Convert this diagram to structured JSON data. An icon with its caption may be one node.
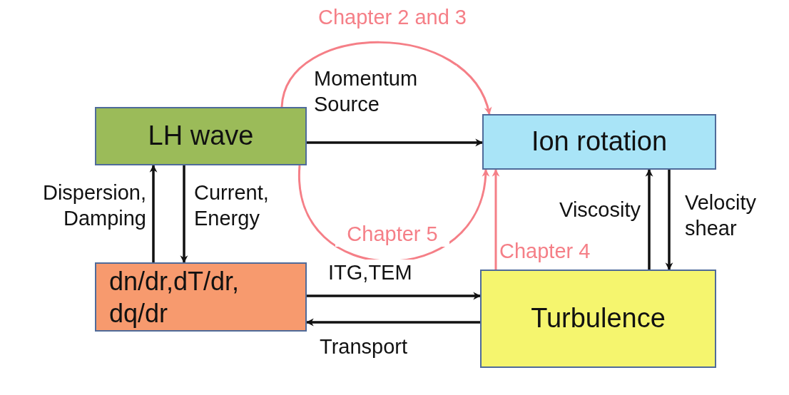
{
  "diagram": {
    "nodes": [
      {
        "text": [
          "LH wave"
        ]
      },
      {
        "text": [
          "Ion rotation"
        ]
      },
      {
        "text": [
          "dn/dr,dT/dr, dq/dr"
        ]
      },
      {
        "text": [
          "Turbulence"
        ]
      }
    ],
    "edges": [
      {
        "from": 0,
        "to": 1,
        "arrow": "to",
        "label": "Momentum Source"
      },
      {
        "from": 2,
        "to": 0,
        "arrow": "to",
        "label": "Dispersion, Damping"
      },
      {
        "from": 0,
        "to": 2,
        "arrow": "to",
        "label": "Current, Energy"
      },
      {
        "from": 2,
        "to": 3,
        "arrow": "to",
        "label": "ITG,TEM"
      },
      {
        "from": 3,
        "to": 2,
        "arrow": "to",
        "label": "Transport"
      },
      {
        "from": 3,
        "to": 1,
        "arrow": "to",
        "label": "Viscosity"
      },
      {
        "from": 1,
        "to": 3,
        "arrow": "to",
        "label": "Velocity shear"
      },
      {
        "from": 0,
        "to": 1,
        "arrow": "to",
        "label": "Chapter 2 and 3",
        "color": "#f57f87"
      },
      {
        "from": 0,
        "to": 1,
        "arrow": "to",
        "label": "Chapter 5",
        "color": "#f57f87"
      },
      {
        "from": 3,
        "to": 1,
        "arrow": "to",
        "label": "Chapter 4",
        "color": "#f57f87"
      }
    ]
  }
}
